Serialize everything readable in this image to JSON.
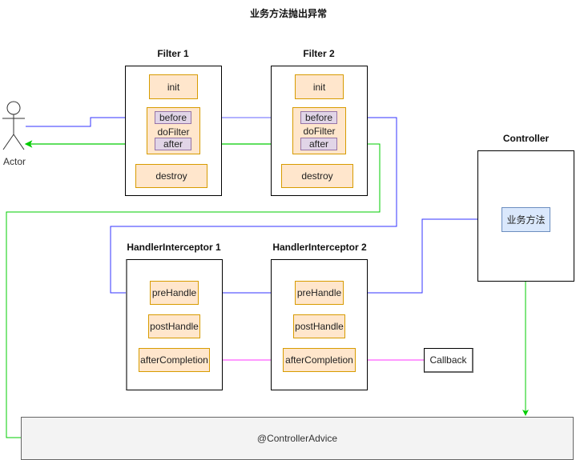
{
  "diagram": {
    "title": "业务方法抛出异常",
    "actor": {
      "label": "Actor",
      "icon": "stick-figure"
    },
    "filters": [
      {
        "title": "Filter 1",
        "init": "init",
        "dofilter": "doFilter",
        "before": "before",
        "after": "after",
        "destroy": "destroy"
      },
      {
        "title": "Filter 2",
        "init": "init",
        "dofilter": "doFilter",
        "before": "before",
        "after": "after",
        "destroy": "destroy"
      }
    ],
    "interceptors": [
      {
        "title": "HandlerInterceptor 1",
        "pre": "preHandle",
        "post": "postHandle",
        "after": "afterCompletion"
      },
      {
        "title": "HandlerInterceptor 2",
        "pre": "preHandle",
        "post": "postHandle",
        "after": "afterCompletion"
      }
    ],
    "controller": {
      "title": "Controller",
      "method": "业务方法"
    },
    "callback": "Callback",
    "advice": "@ControllerAdvice",
    "colors": {
      "request_flow": "#3333ff",
      "response_flow": "#00cc00",
      "callback_flow": "#ff33ff",
      "method_fill": "#ffe6cc",
      "method_border": "#d79b00",
      "sub_fill": "#e1d5e7",
      "biz_fill": "#dae8fc"
    }
  }
}
